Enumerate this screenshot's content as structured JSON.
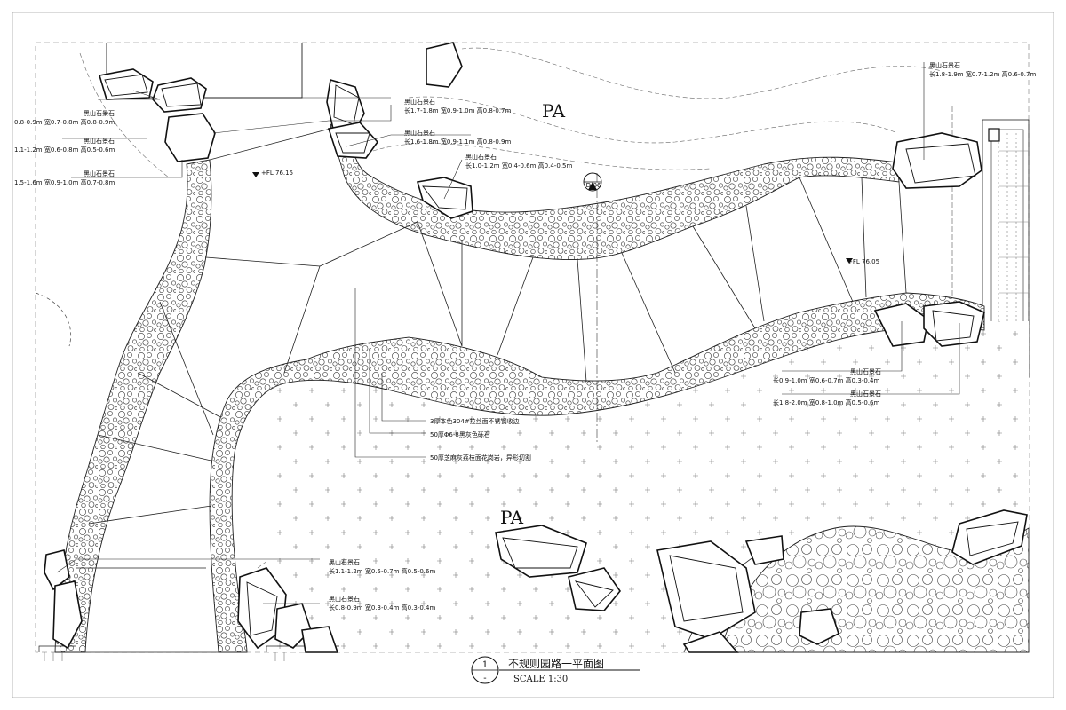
{
  "zones": {
    "pa_top": "PA",
    "pa_bottom": "PA"
  },
  "levels": {
    "fl_left": "+FL 76.15",
    "fl_right": "+FL 76.05",
    "section_marker": "D-06"
  },
  "stone_notes": [
    {
      "name": "黑山石景石",
      "dims": "0.8-0.9m 宽0.7-0.8m 高0.8-0.9m"
    },
    {
      "name": "黑山石景石",
      "dims": "1.1-1.2m 宽0.6-0.8m 高0.5-0.6m"
    },
    {
      "name": "黑山石景石",
      "dims": "1.5-1.6m 宽0.9-1.0m 高0.7-0.8m"
    },
    {
      "name": "黑山石景石",
      "dims": "长1.7-1.8m 宽0.9-1.0m 高0.8-0.7m"
    },
    {
      "name": "黑山石景石",
      "dims": "长1.6-1.8m 宽0.9-1.1m 高0.8-0.9m"
    },
    {
      "name": "黑山石景石",
      "dims": "长1.0-1.2m 宽0.4-0.6m 高0.4-0.5m"
    },
    {
      "name": "黑山石景石",
      "dims": "长1.8-1.9m 宽0.7-1.2m 高0.6-0.7m"
    },
    {
      "name": "黑山石景石",
      "dims": "长0.9-1.0m 宽0.6-0.7m 高0.3-0.4m"
    },
    {
      "name": "黑山石景石",
      "dims": "长1.8-2.0m 宽0.8-1.0m 高0.5-0.6m"
    },
    {
      "name": "黑山石景石",
      "dims": "长1.1-1.2m 宽0.5-0.7m 高0.5-0.6m"
    },
    {
      "name": "黑山石景石",
      "dims": "长0.8-0.9m 宽0.3-0.4m 高0.3-0.4m"
    }
  ],
  "material_notes": [
    "3厚本色304#拉丝面不锈钢收边",
    "50厚Φ6-8黑灰色砾石",
    "50厚芝麻灰荔枝面花岗岩，异形切割"
  ],
  "title_block": {
    "number": "1",
    "sub": "-",
    "title": "不规则园路一平面图",
    "scale": "SCALE 1:30"
  }
}
